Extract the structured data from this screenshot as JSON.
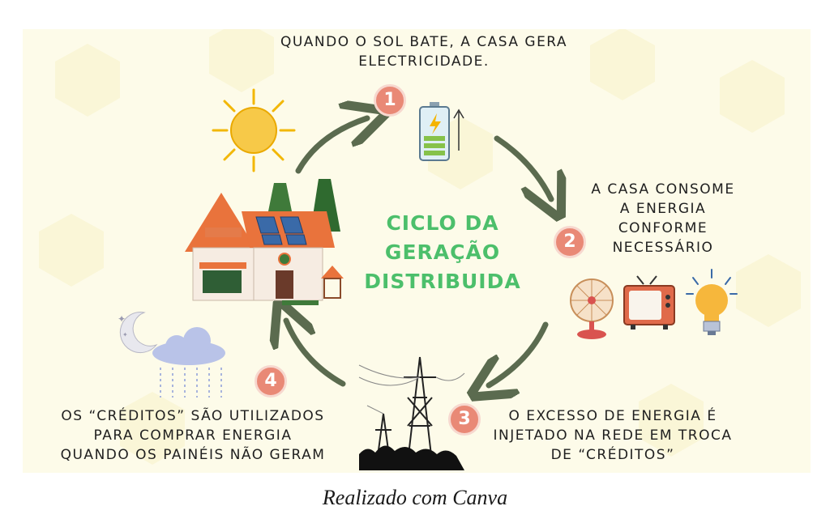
{
  "diagram": {
    "title_lines": [
      "CICLO DA",
      "GERAÇÃO",
      "DISTRIBUIDA"
    ],
    "steps": [
      {
        "number": "1",
        "lines": [
          "QUANDO O SOL BATE, A CASA GERA",
          "ELECTRICIDADE."
        ]
      },
      {
        "number": "2",
        "lines": [
          "A CASA CONSOME",
          "A ENERGIA",
          "CONFORME",
          "NECESSÁRIO"
        ]
      },
      {
        "number": "3",
        "lines": [
          "O EXCESSO DE ENERGIA É",
          "INJETADO NA REDE EM TROCA",
          "DE “CRÉDITOS”"
        ]
      },
      {
        "number": "4",
        "lines": [
          "OS “CRÉDITOS” SÃO UTILIZADOS",
          "PARA COMPRAR ENERGIA",
          "QUANDO OS PAINÉIS NÃO GERAM"
        ]
      }
    ],
    "colors": {
      "title": "#4cbf6b",
      "arrow": "#5b6b4f",
      "badge": "#e98976",
      "background": "#fdfbe9"
    },
    "icons": [
      "sun-icon",
      "battery-icon",
      "house-icon",
      "fan-icon",
      "tv-icon",
      "lightbulb-icon",
      "power-tower-icon",
      "moon-cloud-icon"
    ]
  },
  "footer": {
    "text": "Realizado com Canva"
  }
}
